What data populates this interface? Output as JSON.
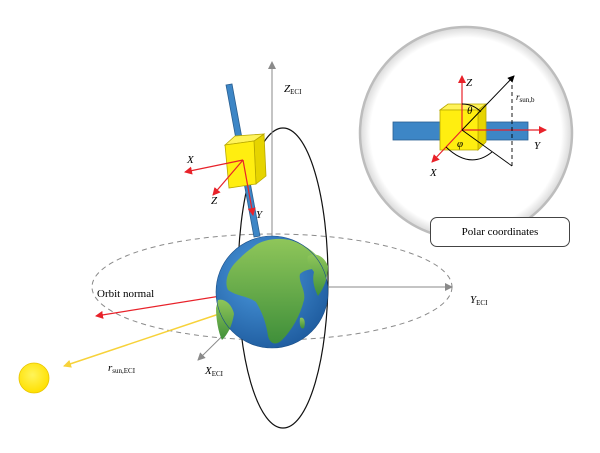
{
  "labels": {
    "z_eci": "Z",
    "z_eci_sub": "ECI",
    "y_eci": "Y",
    "y_eci_sub": "ECI",
    "x_eci": "X",
    "x_eci_sub": "ECI",
    "orbit_normal": "Orbit normal",
    "r_sun": "r",
    "r_sun_sub": "sun,ECI",
    "sat_x": "X",
    "sat_y": "Y",
    "sat_z": "Z",
    "inset_x": "X",
    "inset_y": "Y",
    "inset_z": "Z",
    "theta": "θ",
    "phi": "φ",
    "r_sun_b": "r",
    "r_sun_b_sub": "sun,b",
    "polar_coordinates": "Polar coordinates"
  },
  "colors": {
    "axis_red": "#e8222a",
    "axis_gray": "#8a8a8a",
    "sun": "#ffe800",
    "sun_ray": "#f7d23a",
    "panel_blue": "#3d86c6",
    "body_yellow": "#ffee10",
    "ocean": "#2c6fb5",
    "land": "#6ab04c"
  }
}
